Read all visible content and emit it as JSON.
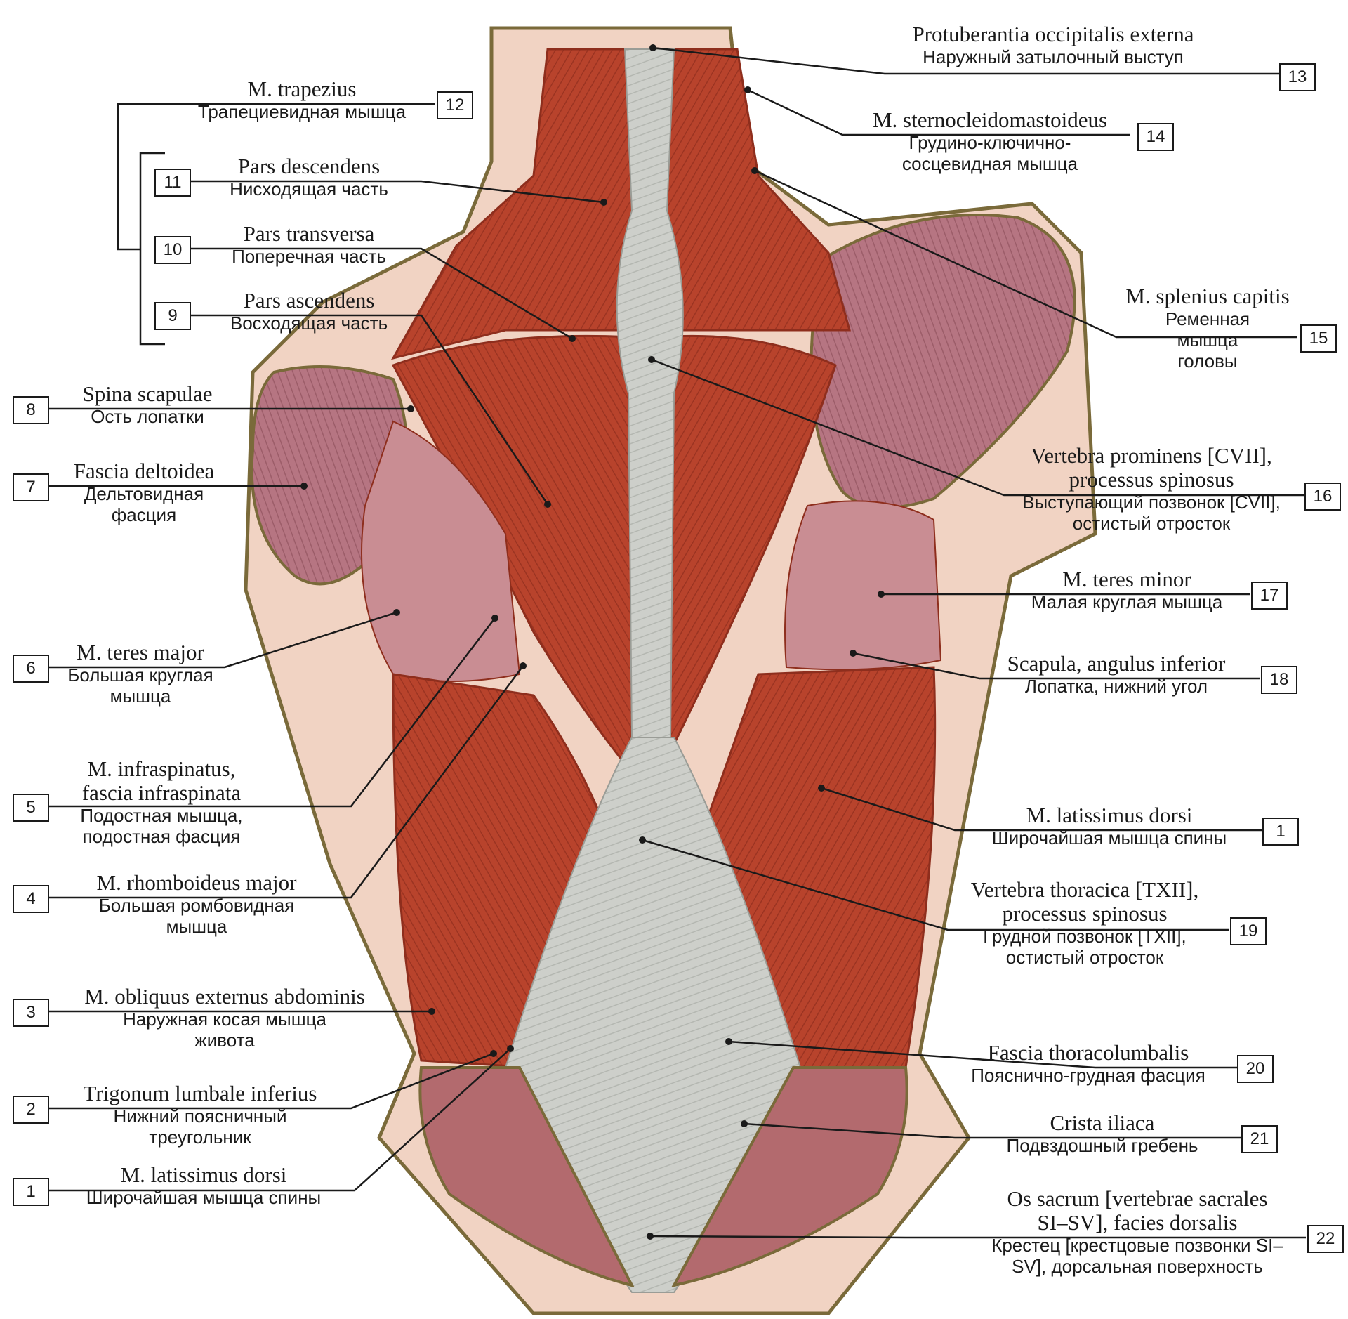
{
  "labels": [
    {
      "num": "13",
      "lat": "Protuberantia occipitalis externa",
      "rus": "Наружный затылочный выступ"
    },
    {
      "num": "12",
      "lat": "M. trapezius",
      "rus": "Трапециевидная мышца"
    },
    {
      "num": "14",
      "lat": "M. sternocleidomastoideus",
      "rus": "Грудино-ключично-сосцевидная мышца"
    },
    {
      "num": "11",
      "lat": "Pars descendens",
      "rus": "Нисходящая часть"
    },
    {
      "num": "10",
      "lat": "Pars transversa",
      "rus": "Поперечная часть"
    },
    {
      "num": "9",
      "lat": "Pars ascendens",
      "rus": "Восходящая часть"
    },
    {
      "num": "15",
      "lat": "M. splenius capitis",
      "rus": "Ременная мышца головы"
    },
    {
      "num": "8",
      "lat": "Spina scapulae",
      "rus": "Ость лопатки"
    },
    {
      "num": "7",
      "lat": "Fascia deltoidea",
      "rus": "Дельтовидная фасция"
    },
    {
      "num": "16",
      "lat": "Vertebra prominens [CVII], processus spinosus",
      "rus": "Выступающий позвонок [CVII], остистый отросток"
    },
    {
      "num": "17",
      "lat": "M. teres minor",
      "rus": "Малая круглая мышца"
    },
    {
      "num": "6",
      "lat": "M. teres major",
      "rus": "Большая круглая мышца"
    },
    {
      "num": "18",
      "lat": "Scapula, angulus inferior",
      "rus": "Лопатка, нижний угол"
    },
    {
      "num": "5",
      "lat": "M. infraspinatus, fascia infraspinata",
      "rus": "Подостная мышца, подостная фасция"
    },
    {
      "num": "1",
      "lat": "M. latissimus dorsi",
      "rus": "Широчайшая мышца спины"
    },
    {
      "num": "4",
      "lat": "M. rhomboideus major",
      "rus": "Большая ромбовидная мышца"
    },
    {
      "num": "19",
      "lat": "Vertebra thoracica [TXII], processus spinosus",
      "rus": "Грудной позвонок [TXII], остистый отросток"
    },
    {
      "num": "3",
      "lat": "M. obliquus externus abdominis",
      "rus": "Наружная косая мышца живота"
    },
    {
      "num": "20",
      "lat": "Fascia thoracolumbalis",
      "rus": "Пояснично-грудная фасция"
    },
    {
      "num": "2",
      "lat": "Trigonum lumbale inferius",
      "rus": "Нижний поясничный треугольник"
    },
    {
      "num": "21",
      "lat": "Crista iliaca",
      "rus": "Подвздошный гребень"
    },
    {
      "num": "1",
      "lat": "M. latissimus dorsi",
      "rus": "Широчайшая мышца спины"
    },
    {
      "num": "22",
      "lat": "Os sacrum [vertebrae sacrales SI–SV], facies dorsalis",
      "rus": "Крестец [крестцовые позвонки SI–SV], дорсальная поверхность"
    }
  ],
  "colors": {
    "muscle": "#b8432c",
    "muscle_dark": "#8e2e1d",
    "fascia": "#c9cbc6",
    "skin": "#f1d3c3",
    "deltoid": "#b5707a",
    "line": "#1a1a1a"
  }
}
